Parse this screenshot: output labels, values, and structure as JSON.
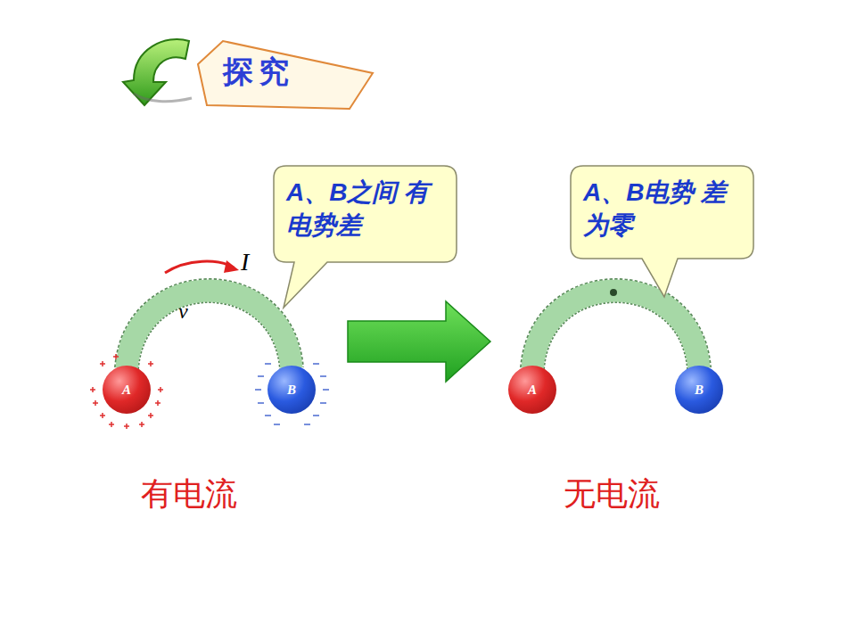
{
  "diagram": {
    "title": "探究",
    "nodes": [
      {
        "text": [
          "A、B之间 有电势差"
        ]
      },
      {
        "text": [
          "A、B电势 差为零"
        ]
      },
      {
        "text": [
          "A"
        ]
      },
      {
        "text": [
          "B"
        ]
      },
      {
        "text": [
          "A"
        ]
      },
      {
        "text": [
          "B"
        ]
      }
    ],
    "edges": [
      {
        "from": 2,
        "to": 3,
        "arrow": "none"
      },
      {
        "from": 4,
        "to": 5,
        "arrow": "none"
      }
    ],
    "labels": [
      "I",
      "v",
      "有电流",
      "无电流"
    ]
  }
}
